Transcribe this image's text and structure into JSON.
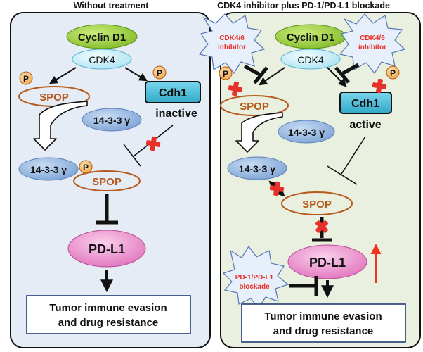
{
  "panels": {
    "left_title": "Without treatment",
    "right_title": "CDK4 inhibitor plus PD-1/PD-L1 blockade"
  },
  "nodes": {
    "cyclin_d1": "Cyclin D1",
    "cdk4": "CDK4",
    "spop": "SPOP",
    "cdh1": "Cdh1",
    "gamma_1433": "14-3-3 γ",
    "pdl1": "PD-L1",
    "phospho": "P"
  },
  "states": {
    "inactive": "inactive",
    "active": "active"
  },
  "outcome": {
    "line1": "Tumor immune evasion",
    "line2": "and drug resistance"
  },
  "drugs": {
    "cdk46_line1": "CDK4/6",
    "cdk46_line2": "inhibitor",
    "pd1_line1": "PD-1/PD-L1",
    "pd1_line2": "blockade"
  },
  "colors": {
    "left_panel_fill": "#e6ecf6",
    "right_panel_fill": "#eaf0df",
    "cyclin_fill": "#9ccc3c",
    "cdk4_fill": "#ccf0fa",
    "node_blue": "#8fb2de",
    "cdh1_fill": "#4cc0dc",
    "spop_border": "#b55a1a",
    "phospho_fill": "#f5b860",
    "pdl1_fill": "#ec8cc8",
    "inhibit_x": "#e8302a",
    "drug_text": "#e8302a",
    "up_arrow": "#f03420",
    "outcome_border": "#1f3b73"
  }
}
